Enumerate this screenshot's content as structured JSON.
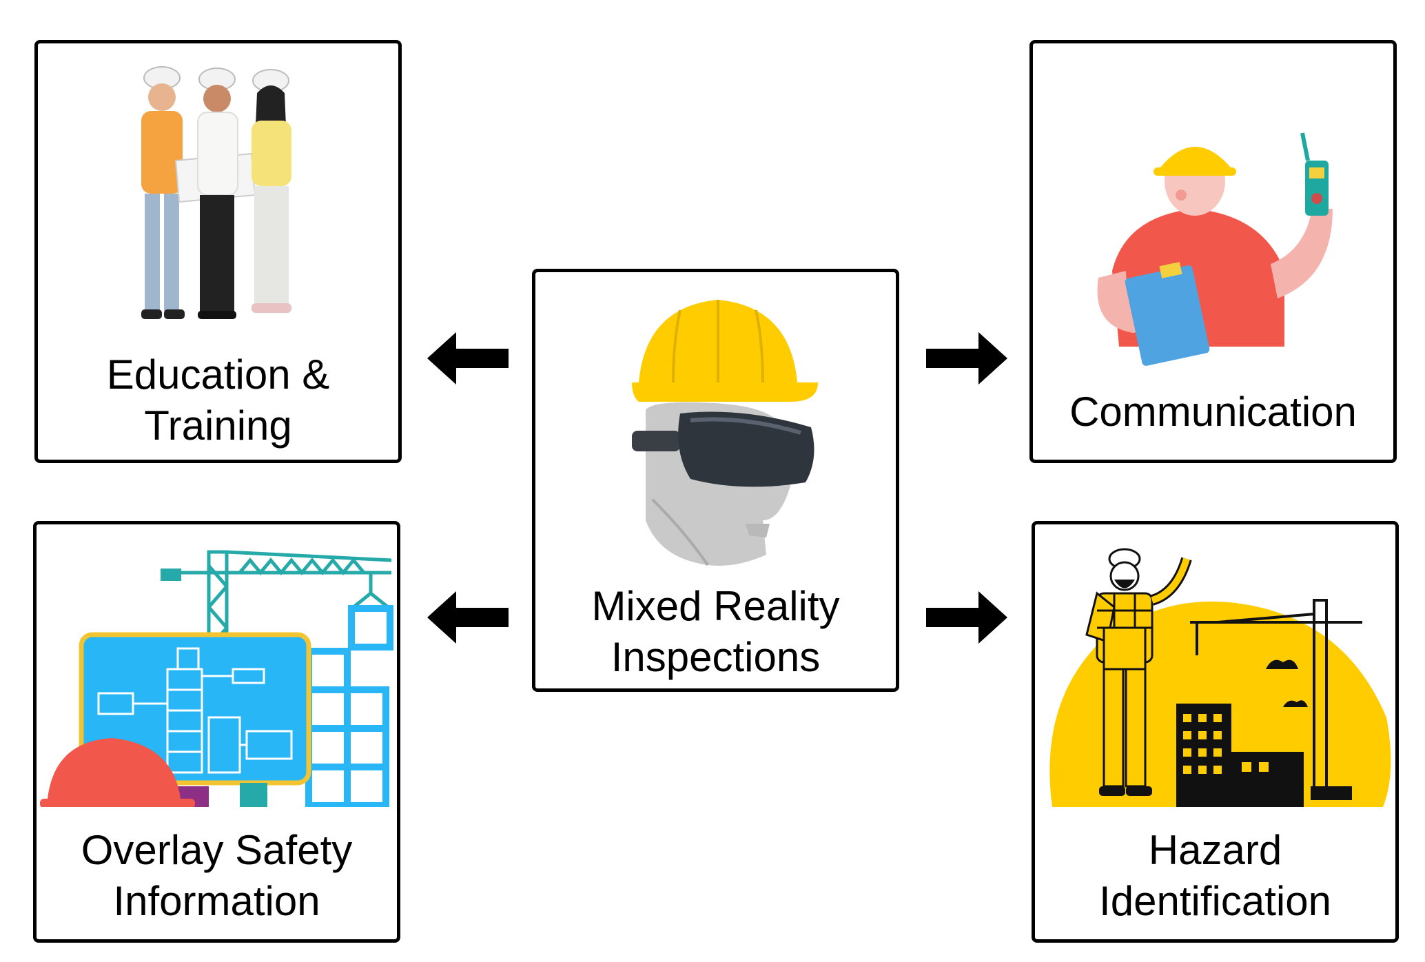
{
  "center": {
    "line1": "Mixed Reality",
    "line2": "Inspections",
    "icon": "vr-headset-hardhat-icon"
  },
  "top_left": {
    "line1": "Education &",
    "line2": "Training",
    "icon": "construction-team-icon"
  },
  "top_right": {
    "line1": "Communication",
    "icon": "walkie-talkie-worker-icon"
  },
  "bottom_left": {
    "line1": "Overlay Safety",
    "line2": "Information",
    "icon": "blueprint-crane-icon"
  },
  "bottom_right": {
    "line1": "Hazard",
    "line2": "Identification",
    "icon": "worker-site-hazard-icon"
  },
  "colors": {
    "hardhat_yellow": "#FFCC00",
    "worker_red": "#F2574C",
    "screen_blue": "#29B6F6",
    "crane_teal": "#26A9A9",
    "ink": "#000000"
  }
}
